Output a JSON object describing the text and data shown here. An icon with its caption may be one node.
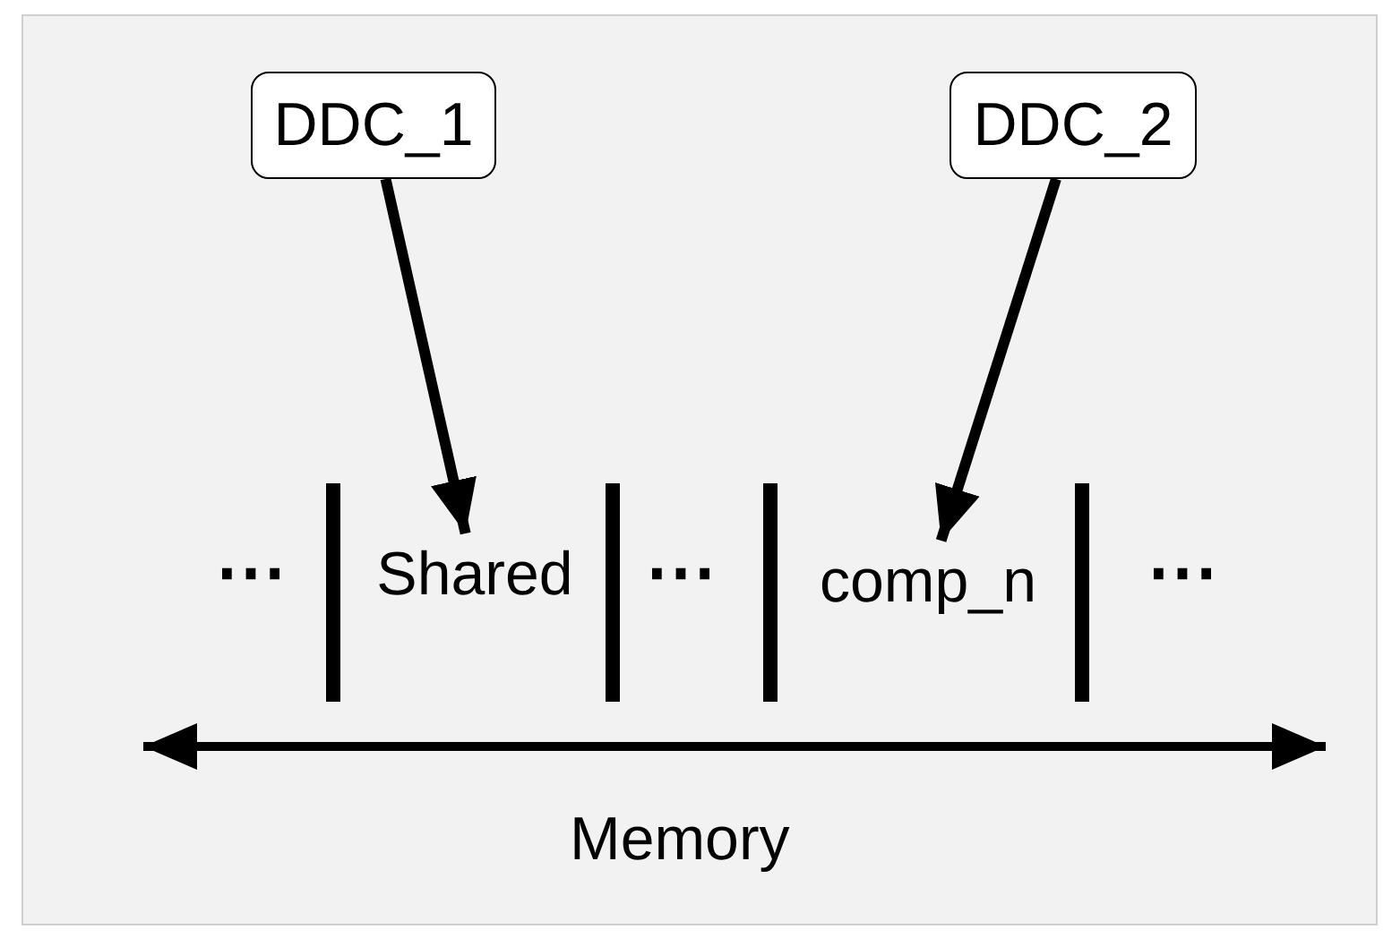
{
  "diagram": {
    "nodes": [
      {
        "text": [
          "DDC_1"
        ]
      },
      {
        "text": [
          "DDC_2"
        ]
      },
      {
        "text": [
          "Shared"
        ]
      },
      {
        "text": [
          "comp_n"
        ]
      }
    ],
    "edges": [
      {
        "from": 0,
        "to": 2,
        "arrow": "to"
      },
      {
        "from": 1,
        "to": 3,
        "arrow": "to"
      }
    ],
    "labels": [
      "⋯",
      "⋯",
      "⋯",
      "Memory"
    ]
  }
}
